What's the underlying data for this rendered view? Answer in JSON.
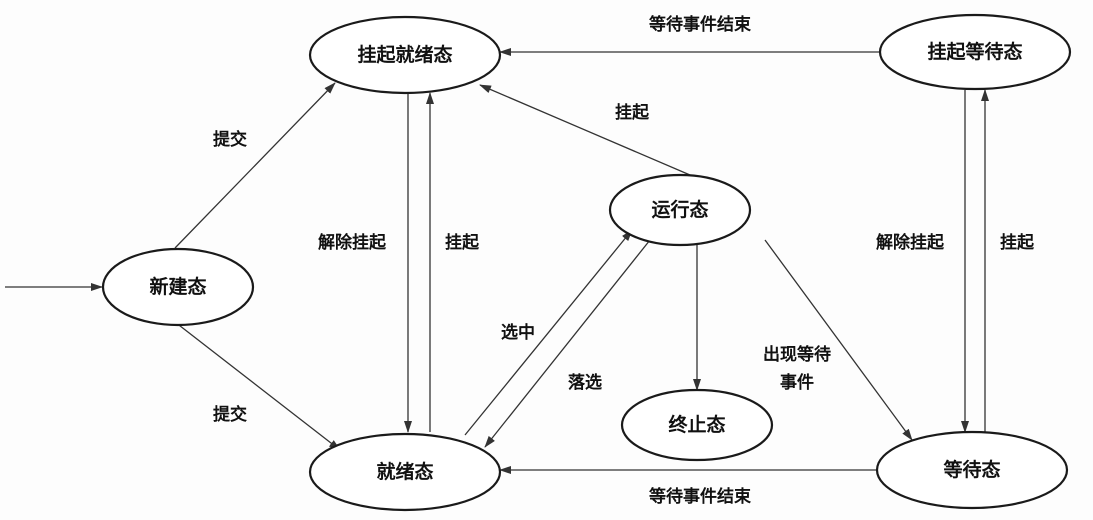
{
  "diagram": {
    "nodes": [
      {
        "id": "suspended_ready",
        "label": "挂起就绪态"
      },
      {
        "id": "suspended_wait",
        "label": "挂起等待态"
      },
      {
        "id": "running",
        "label": "运行态"
      },
      {
        "id": "new",
        "label": "新建态"
      },
      {
        "id": "terminated",
        "label": "终止态"
      },
      {
        "id": "ready",
        "label": "就绪态"
      },
      {
        "id": "waiting",
        "label": "等待态"
      }
    ],
    "edges": [
      {
        "from": "",
        "to": "new",
        "label": ""
      },
      {
        "from": "new",
        "to": "suspended_ready",
        "label": "提交"
      },
      {
        "from": "new",
        "to": "ready",
        "label": "提交"
      },
      {
        "from": "suspended_ready",
        "to": "ready",
        "label": "解除挂起"
      },
      {
        "from": "ready",
        "to": "suspended_ready",
        "label": "挂起"
      },
      {
        "from": "running",
        "to": "suspended_ready",
        "label": "挂起"
      },
      {
        "from": "ready",
        "to": "running",
        "label": "选中"
      },
      {
        "from": "running",
        "to": "ready",
        "label": "落选"
      },
      {
        "from": "running",
        "to": "terminated",
        "label": ""
      },
      {
        "from": "running",
        "to": "waiting",
        "label": "出现等待",
        "label2": "事件"
      },
      {
        "from": "suspended_wait",
        "to": "suspended_ready",
        "label": "等待事件结束"
      },
      {
        "from": "waiting",
        "to": "ready",
        "label": "等待事件结束"
      },
      {
        "from": "suspended_wait",
        "to": "waiting",
        "label": "解除挂起"
      },
      {
        "from": "waiting",
        "to": "suspended_wait",
        "label": "挂起"
      }
    ]
  }
}
